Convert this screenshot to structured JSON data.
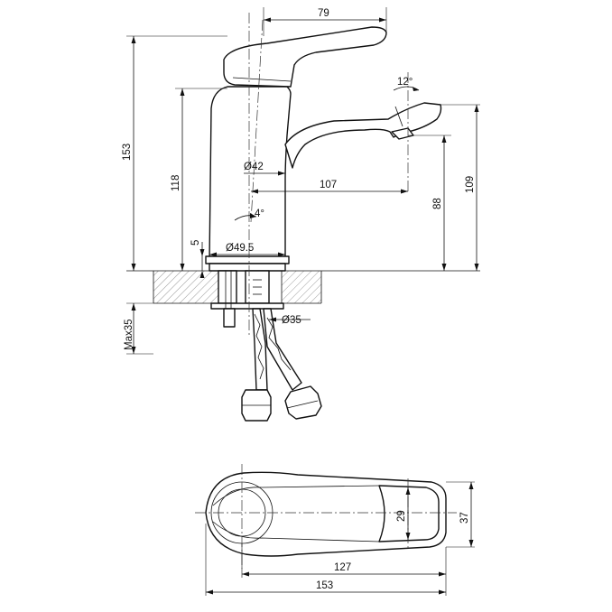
{
  "dimensions": {
    "lever_reach": "79",
    "spout_angle": "12°",
    "total_height": "153",
    "body_height": "118",
    "body_diameter": "Ø42",
    "spout_reach": "107",
    "outlet_height": "88",
    "spout_top_height": "109",
    "tilt_angle": "4°",
    "base_thickness": "5",
    "base_diameter": "Ø49.5",
    "hole_diameter": "Ø35",
    "max_counter": "Max35",
    "top_width": "37",
    "spout_width": "29",
    "top_spout_length": "127",
    "top_total_length": "153"
  }
}
